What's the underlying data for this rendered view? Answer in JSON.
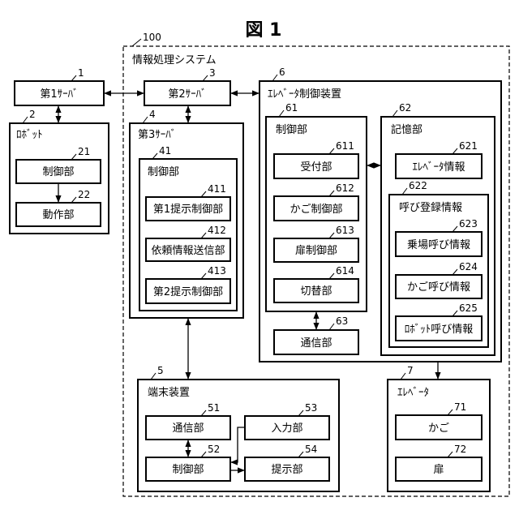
{
  "figure_title": "図 1",
  "system": {
    "ref": "100",
    "label": "情報処理システム"
  },
  "server1": {
    "ref": "1",
    "label": "第1ｻｰﾊﾞ"
  },
  "robot": {
    "ref": "2",
    "label": "ﾛﾎﾞｯﾄ",
    "control": {
      "ref": "21",
      "label": "制御部"
    },
    "motion": {
      "ref": "22",
      "label": "動作部"
    }
  },
  "server2": {
    "ref": "3",
    "label": "第2ｻｰﾊﾞ"
  },
  "server3": {
    "ref": "4",
    "label": "第3ｻｰﾊﾞ",
    "control": {
      "ref": "41",
      "label": "制御部",
      "first_presentation": {
        "ref": "411",
        "label": "第1提示制御部"
      },
      "request_sender": {
        "ref": "412",
        "label": "依頼情報送信部"
      },
      "second_presentation": {
        "ref": "413",
        "label": "第2提示制御部"
      }
    }
  },
  "terminal": {
    "ref": "5",
    "label": "端末装置",
    "comm": {
      "ref": "51",
      "label": "通信部"
    },
    "control": {
      "ref": "52",
      "label": "制御部"
    },
    "input": {
      "ref": "53",
      "label": "入力部"
    },
    "presentation": {
      "ref": "54",
      "label": "提示部"
    }
  },
  "elevator_controller": {
    "ref": "6",
    "label": "ｴﾚﾍﾞｰﾀ制御装置",
    "control": {
      "ref": "61",
      "label": "制御部",
      "reception": {
        "ref": "611",
        "label": "受付部"
      },
      "car_control": {
        "ref": "612",
        "label": "かご制御部"
      },
      "door_control": {
        "ref": "613",
        "label": "扉制御部"
      },
      "switching": {
        "ref": "614",
        "label": "切替部"
      }
    },
    "storage": {
      "ref": "62",
      "label": "記憶部",
      "elevator_info": {
        "ref": "621",
        "label": "ｴﾚﾍﾞｰﾀ情報"
      },
      "call_registration": {
        "ref": "622",
        "label": "呼び登録情報",
        "hall_call": {
          "ref": "623",
          "label": "乗場呼び情報"
        },
        "car_call": {
          "ref": "624",
          "label": "かご呼び情報"
        },
        "robot_call": {
          "ref": "625",
          "label": "ﾛﾎﾞｯﾄ呼び情報"
        }
      }
    },
    "comm": {
      "ref": "63",
      "label": "通信部"
    }
  },
  "elevator": {
    "ref": "7",
    "label": "ｴﾚﾍﾞｰﾀ",
    "car": {
      "ref": "71",
      "label": "かご"
    },
    "door": {
      "ref": "72",
      "label": "扉"
    }
  }
}
